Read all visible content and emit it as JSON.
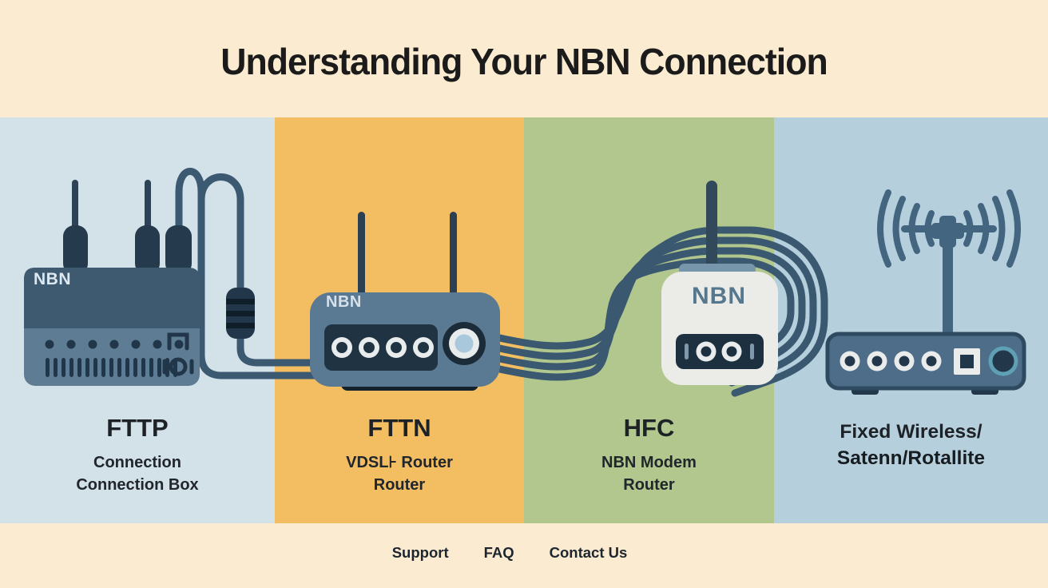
{
  "title": "Understanding Your NBN Connection",
  "panels": [
    {
      "heading": "FTTP",
      "sub_line1": "Connection",
      "sub_line2": "Connection Box",
      "device_label": "NBN",
      "bg_color": "#d3e1e9",
      "device": "nbn-connection-box"
    },
    {
      "heading": "FTTN",
      "sub_line1": "VDSL⊦ Router",
      "sub_line2": "Router",
      "device_label": "NBN",
      "bg_color": "#f3bd62",
      "device": "vdsl-router"
    },
    {
      "heading": "HFC",
      "sub_line1": "NBN Modem",
      "sub_line2": "Router",
      "device_label": "NBN",
      "bg_color": "#b1c78d",
      "device": "nbn-modem-router"
    },
    {
      "heading": "Fixed Wireless/",
      "sub_line1": "Satenn/Rotallite",
      "bg_color": "#b6cfdc",
      "device": "fixed-wireless-router"
    }
  ],
  "footer": {
    "links": [
      {
        "label": "Support"
      },
      {
        "label": "FAQ"
      },
      {
        "label": "Contact Us"
      }
    ]
  },
  "colors": {
    "background_cream": "#fbecd1",
    "panel_fttp": "#d3e1e9",
    "panel_fttn": "#f3bd62",
    "panel_hfc": "#b1c78d",
    "panel_fixed_wireless": "#b6cfdc",
    "cable": "#3b5971",
    "device_dark": "#22384a",
    "device_body": "#5a7a94",
    "hfc_modem_body": "#ebece7",
    "title_text": "#1b1b1b"
  }
}
